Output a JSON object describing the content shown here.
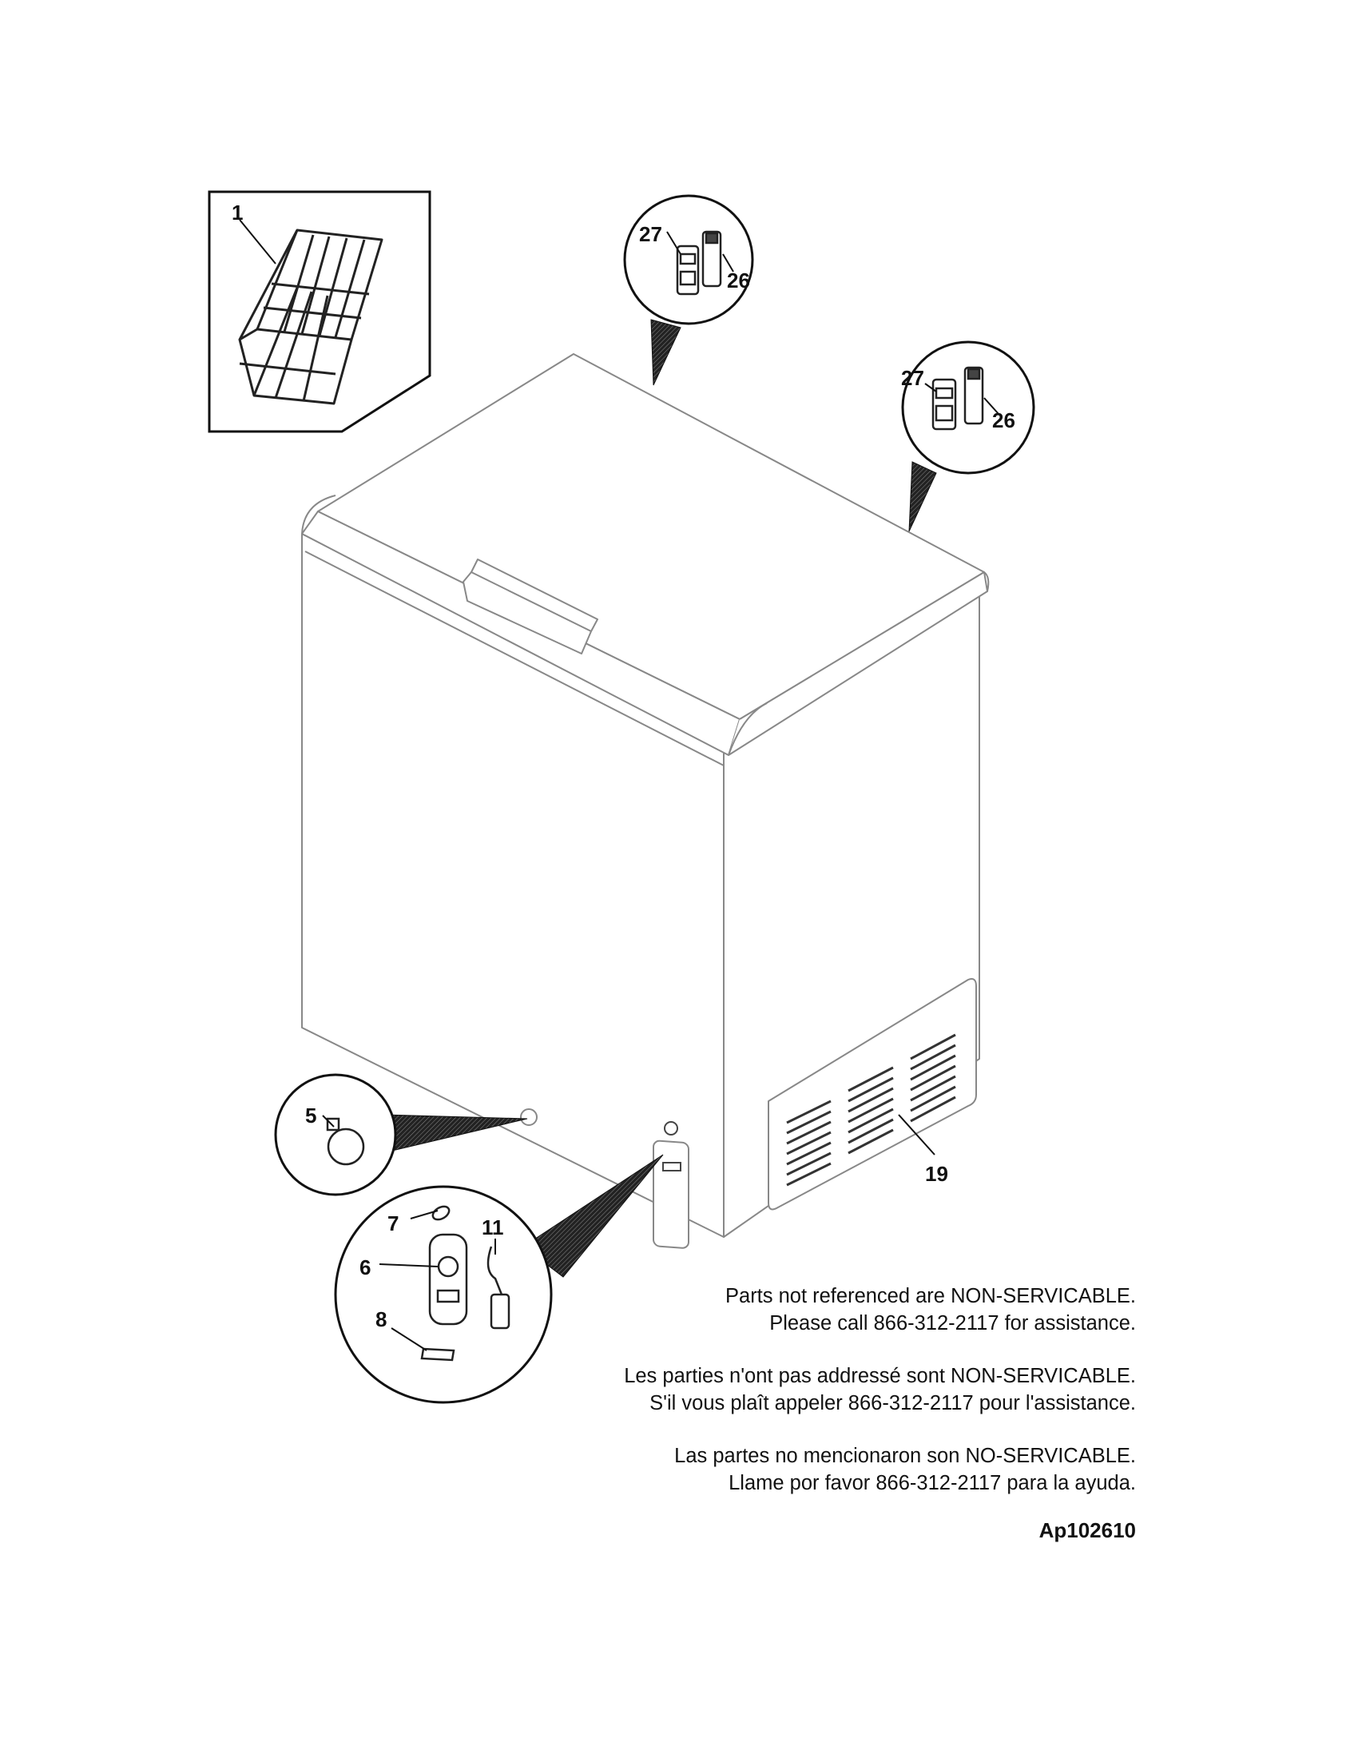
{
  "callouts": {
    "basket": "1",
    "lid_hinge_left_27": "27",
    "lid_hinge_left_26": "26",
    "lid_hinge_right_27": "27",
    "lid_hinge_right_26": "26",
    "foot": "5",
    "thermostat_knob": "7",
    "control_housing": "6",
    "power_cord": "11",
    "indicator_light": "8",
    "kick_plate": "19"
  },
  "notes": {
    "english": [
      "Parts not referenced are NON-SERVICABLE.",
      "Please call 866-312-2117 for assistance."
    ],
    "french": [
      "Les parties n'ont pas addressé sont NON-SERVICABLE.",
      "S'il vous plaît appeler 866-312-2117 pour l'assistance."
    ],
    "spanish": [
      "Las partes no mencionaron son NO-SERVICABLE.",
      "Llame por favor 866-312-2117 para la ayuda."
    ]
  },
  "drawing_id": "Ap102610"
}
